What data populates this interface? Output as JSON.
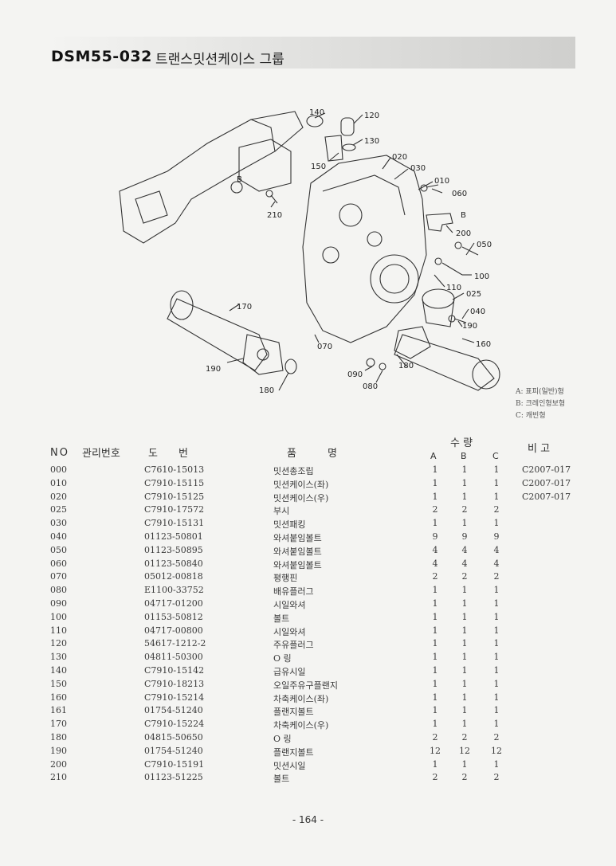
{
  "header": {
    "code": "DSM55-032",
    "title": "트랜스밋션케이스 그룹"
  },
  "diagram": {
    "callouts": [
      "140",
      "120",
      "130",
      "150",
      "020",
      "030",
      "010",
      "060",
      "B",
      "200",
      "050",
      "100",
      "110",
      "025",
      "040",
      "190",
      "160",
      "180",
      "090",
      "080",
      "070",
      "170",
      "190",
      "180",
      "210",
      "B"
    ]
  },
  "legend": [
    "A: 표피(일반)형",
    "B: 크레인형보형",
    "C: 캐빈형"
  ],
  "table": {
    "headers": {
      "no": "NO",
      "mgmt": "관리번호",
      "drawing": "도　　번",
      "name": "품　　　명",
      "qty": "수 량",
      "remark": "비 고"
    },
    "qty_cols": [
      "A",
      "B",
      "C"
    ],
    "rows": [
      {
        "no": "000",
        "part": "C7610-15013",
        "name": "밋션총조립",
        "a": "1",
        "b": "1",
        "c": "1",
        "remark": "C2007-017"
      },
      {
        "no": "010",
        "part": "C7910-15115",
        "name": "밋션케이스(좌)",
        "a": "1",
        "b": "1",
        "c": "1",
        "remark": "C2007-017"
      },
      {
        "no": "020",
        "part": "C7910-15125",
        "name": "밋션케이스(우)",
        "a": "1",
        "b": "1",
        "c": "1",
        "remark": "C2007-017"
      },
      {
        "no": "025",
        "part": "C7910-17572",
        "name": "부시",
        "a": "2",
        "b": "2",
        "c": "2",
        "remark": ""
      },
      {
        "no": "030",
        "part": "C7910-15131",
        "name": "밋션패킹",
        "a": "1",
        "b": "1",
        "c": "1",
        "remark": ""
      },
      {
        "no": "040",
        "part": "01123-50801",
        "name": "와셔붙임볼트",
        "a": "9",
        "b": "9",
        "c": "9",
        "remark": ""
      },
      {
        "no": "050",
        "part": "01123-50895",
        "name": "와셔붙임볼트",
        "a": "4",
        "b": "4",
        "c": "4",
        "remark": ""
      },
      {
        "no": "060",
        "part": "01123-50840",
        "name": "와셔붙임볼트",
        "a": "4",
        "b": "4",
        "c": "4",
        "remark": ""
      },
      {
        "no": "070",
        "part": "05012-00818",
        "name": "평행핀",
        "a": "2",
        "b": "2",
        "c": "2",
        "remark": ""
      },
      {
        "no": "080",
        "part": "E1100-33752",
        "name": "배유플러그",
        "a": "1",
        "b": "1",
        "c": "1",
        "remark": ""
      },
      {
        "no": "090",
        "part": "04717-01200",
        "name": "시일와셔",
        "a": "1",
        "b": "1",
        "c": "1",
        "remark": ""
      },
      {
        "no": "100",
        "part": "01153-50812",
        "name": "볼트",
        "a": "1",
        "b": "1",
        "c": "1",
        "remark": ""
      },
      {
        "no": "110",
        "part": "04717-00800",
        "name": "시일와셔",
        "a": "1",
        "b": "1",
        "c": "1",
        "remark": ""
      },
      {
        "no": "120",
        "part": "54617-1212-2",
        "name": "주유플러그",
        "a": "1",
        "b": "1",
        "c": "1",
        "remark": ""
      },
      {
        "no": "130",
        "part": "04811-50300",
        "name": "O 링",
        "a": "1",
        "b": "1",
        "c": "1",
        "remark": ""
      },
      {
        "no": "140",
        "part": "C7910-15142",
        "name": "급유시일",
        "a": "1",
        "b": "1",
        "c": "1",
        "remark": ""
      },
      {
        "no": "150",
        "part": "C7910-18213",
        "name": "오일주유구플랜지",
        "a": "1",
        "b": "1",
        "c": "1",
        "remark": ""
      },
      {
        "no": "160",
        "part": "C7910-15214",
        "name": "차축케이스(좌)",
        "a": "1",
        "b": "1",
        "c": "1",
        "remark": ""
      },
      {
        "no": "161",
        "part": "01754-51240",
        "name": "플랜지볼트",
        "a": "1",
        "b": "1",
        "c": "1",
        "remark": ""
      },
      {
        "no": "170",
        "part": "C7910-15224",
        "name": "차축케이스(우)",
        "a": "1",
        "b": "1",
        "c": "1",
        "remark": ""
      },
      {
        "no": "180",
        "part": "04815-50650",
        "name": "O 링",
        "a": "2",
        "b": "2",
        "c": "2",
        "remark": ""
      },
      {
        "no": "190",
        "part": "01754-51240",
        "name": "플랜지볼트",
        "a": "12",
        "b": "12",
        "c": "12",
        "remark": ""
      },
      {
        "no": "200",
        "part": "C7910-15191",
        "name": "밋션시일",
        "a": "1",
        "b": "1",
        "c": "1",
        "remark": ""
      },
      {
        "no": "210",
        "part": "01123-51225",
        "name": "볼트",
        "a": "2",
        "b": "2",
        "c": "2",
        "remark": ""
      }
    ]
  },
  "page_number": "- 164 -"
}
